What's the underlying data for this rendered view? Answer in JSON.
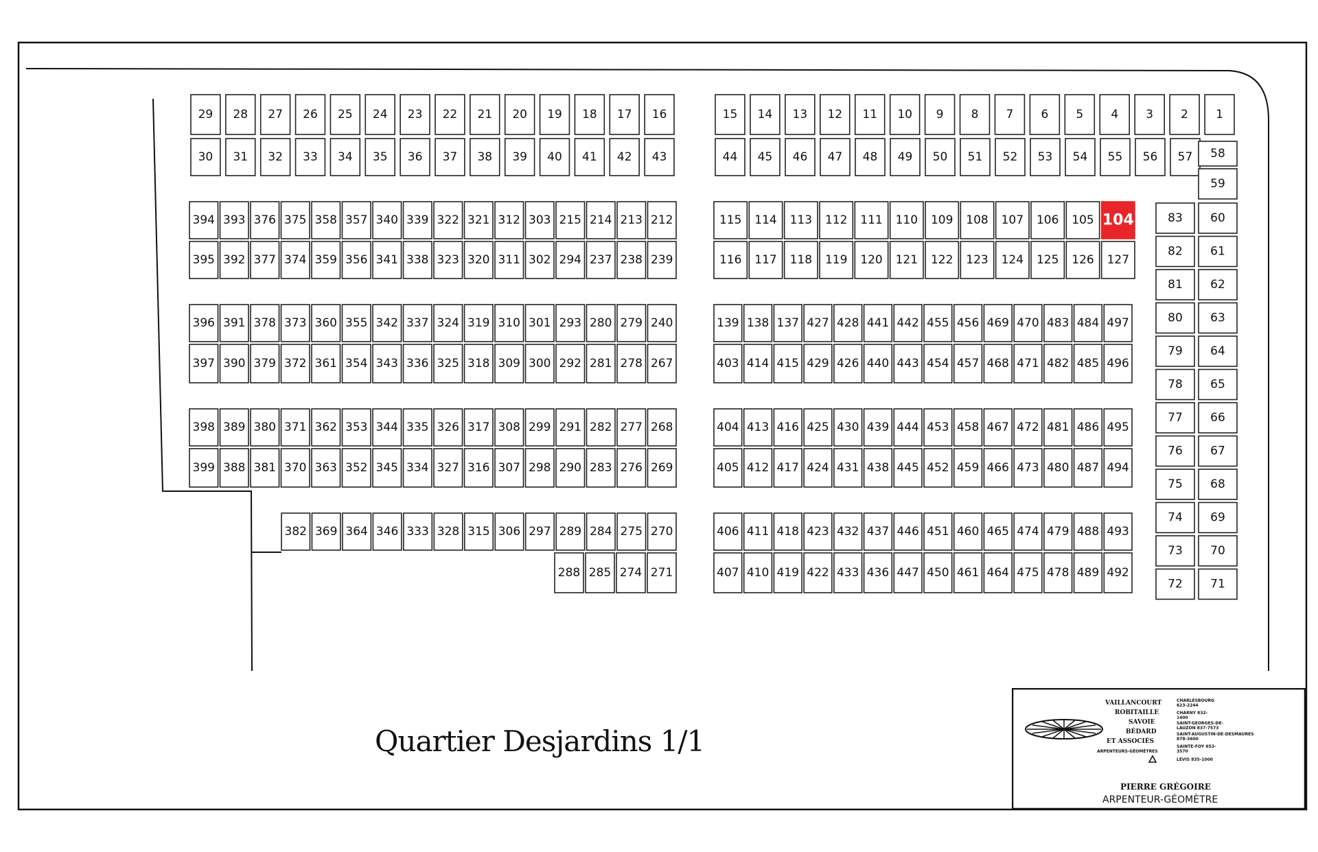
{
  "title": "Quartier Desjardins 1/1",
  "highlight_color": "#e8262a",
  "highlighted_lot": "104",
  "blocks": [
    {
      "id": "top-left-a",
      "rows": [
        [
          "29",
          "28",
          "27",
          "26",
          "25",
          "24",
          "23",
          "22",
          "21",
          "20",
          "19",
          "18",
          "17",
          "16"
        ],
        [
          "30",
          "31",
          "32",
          "33",
          "34",
          "35",
          "36",
          "37",
          "38",
          "39",
          "40",
          "41",
          "42",
          "43"
        ]
      ]
    },
    {
      "id": "top-right-a",
      "rows": [
        [
          "15",
          "14",
          "13",
          "12",
          "11",
          "10",
          "9",
          "8",
          "7",
          "6",
          "5",
          "4",
          "3",
          "2",
          "1"
        ],
        [
          "44",
          "45",
          "46",
          "47",
          "48",
          "49",
          "50",
          "51",
          "52",
          "53",
          "54",
          "55",
          "56",
          "57"
        ]
      ]
    },
    {
      "id": "left-b",
      "rows": [
        [
          "394",
          "393",
          "376",
          "375",
          "358",
          "357",
          "340",
          "339",
          "322",
          "321",
          "312",
          "303",
          "215",
          "214",
          "213",
          "212"
        ],
        [
          "395",
          "392",
          "377",
          "374",
          "359",
          "356",
          "341",
          "338",
          "323",
          "320",
          "311",
          "302",
          "294",
          "237",
          "238",
          "239"
        ]
      ]
    },
    {
      "id": "right-b",
      "rows": [
        [
          "115",
          "114",
          "113",
          "112",
          "111",
          "110",
          "109",
          "108",
          "107",
          "106",
          "105",
          "104"
        ],
        [
          "116",
          "117",
          "118",
          "119",
          "120",
          "121",
          "122",
          "123",
          "124",
          "125",
          "126",
          "127"
        ]
      ]
    },
    {
      "id": "left-c",
      "rows": [
        [
          "396",
          "391",
          "378",
          "373",
          "360",
          "355",
          "342",
          "337",
          "324",
          "319",
          "310",
          "301",
          "293",
          "280",
          "279",
          "240"
        ],
        [
          "397",
          "390",
          "379",
          "372",
          "361",
          "354",
          "343",
          "336",
          "325",
          "318",
          "309",
          "300",
          "292",
          "281",
          "278",
          "267"
        ]
      ]
    },
    {
      "id": "right-c",
      "rows": [
        [
          "139",
          "138",
          "137",
          "427",
          "428",
          "441",
          "442",
          "455",
          "456",
          "469",
          "470",
          "483",
          "484",
          "497"
        ],
        [
          "403",
          "414",
          "415",
          "429",
          "426",
          "440",
          "443",
          "454",
          "457",
          "468",
          "471",
          "482",
          "485",
          "496"
        ]
      ]
    },
    {
      "id": "left-d",
      "rows": [
        [
          "398",
          "389",
          "380",
          "371",
          "362",
          "353",
          "344",
          "335",
          "326",
          "317",
          "308",
          "299",
          "291",
          "282",
          "277",
          "268"
        ],
        [
          "399",
          "388",
          "381",
          "370",
          "363",
          "352",
          "345",
          "334",
          "327",
          "316",
          "307",
          "298",
          "290",
          "283",
          "276",
          "269"
        ]
      ]
    },
    {
      "id": "right-d",
      "rows": [
        [
          "404",
          "413",
          "416",
          "425",
          "430",
          "439",
          "444",
          "453",
          "458",
          "467",
          "472",
          "481",
          "486",
          "495"
        ],
        [
          "405",
          "412",
          "417",
          "424",
          "431",
          "438",
          "445",
          "452",
          "459",
          "466",
          "473",
          "480",
          "487",
          "494"
        ]
      ]
    },
    {
      "id": "left-e",
      "rows": [
        [
          "382",
          "369",
          "364",
          "346",
          "333",
          "328",
          "315",
          "306",
          "297",
          "289",
          "284",
          "275",
          "270"
        ],
        [
          "288",
          "285",
          "274",
          "271"
        ]
      ]
    },
    {
      "id": "right-e",
      "rows": [
        [
          "406",
          "411",
          "418",
          "423",
          "432",
          "437",
          "446",
          "451",
          "460",
          "465",
          "474",
          "479",
          "488",
          "493"
        ],
        [
          "407",
          "410",
          "419",
          "422",
          "433",
          "436",
          "447",
          "450",
          "461",
          "464",
          "475",
          "478",
          "489",
          "492"
        ]
      ]
    },
    {
      "id": "east-column",
      "rows": [
        [
          "58",
          "59"
        ],
        [
          "83",
          "60"
        ],
        [
          "82",
          "61"
        ],
        [
          "81",
          "62"
        ],
        [
          "80",
          "63"
        ],
        [
          "79",
          "64"
        ],
        [
          "78",
          "65"
        ],
        [
          "77",
          "66"
        ],
        [
          "76",
          "67"
        ],
        [
          "75",
          "68"
        ],
        [
          "74",
          "69"
        ],
        [
          "73",
          "70"
        ],
        [
          "72",
          "71"
        ]
      ]
    }
  ],
  "stamp": {
    "firm": [
      "VAILLANCOURT",
      "ROBITAILLE",
      "SAVOIE",
      "BÉDARD",
      "ET ASSOCIÉS",
      "ARPENTEURS-GÉOMÈTRES"
    ],
    "offices": [
      "CHARLESBOURG 623-2244",
      "CHARNY 832-1400",
      "SAINT-GEORGES-DE-LAUZON 837-7573",
      "SAINT-AUGUSTIN-DE-DESMAURES 878-3600",
      "SAINTE-FOY 653-3570",
      "LÉVIS 835-1000"
    ],
    "surveyor_name": "PIERRE GRÉGOIRE",
    "surveyor_title": "ARPENTEUR-GÉOMÈTRE"
  }
}
